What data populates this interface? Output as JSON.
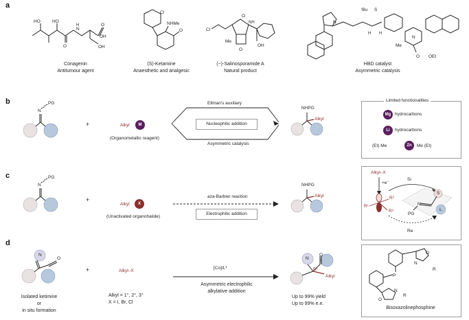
{
  "panels": {
    "a": {
      "letter": "a",
      "compounds": [
        {
          "name": "Conagenin",
          "role": "Antitumour agent"
        },
        {
          "name": "(S)-Ketamine",
          "role": "Anaesthetic and analgesic"
        },
        {
          "name": "(−)-Salinosporamide A",
          "role": "Natural product"
        },
        {
          "name": "HBD catalyst",
          "role": "Asymmetric catalysis"
        }
      ]
    },
    "b": {
      "letter": "b",
      "reagent_label": "Alkyl",
      "metal": "M",
      "reagent_caption": "(Organometallic reagent)",
      "route_top": "Ellman's auxiliary",
      "box_label": "Nucleophilic addition",
      "route_bottom": "Asymmetric catalysis",
      "product_top": "NHPG",
      "product_alkyl": "Alkyl",
      "limited": {
        "title": "Limited functionalities",
        "rows": [
          {
            "metal": "Mg",
            "text": "hydrocarbons"
          },
          {
            "metal": "Li",
            "text": "hydrocarbons"
          },
          {
            "metal": "Zn",
            "left": "(Et) Me",
            "right": "Me (Et)"
          }
        ]
      }
    },
    "c": {
      "letter": "c",
      "reagent_label": "Alkyl",
      "halide": "X",
      "reagent_caption": "(Unactivated organohalide)",
      "route_top": "aza-Barbier reaction",
      "box_label": "Electrophilic addition",
      "product_top": "NHPG",
      "product_alkyl": "Alkyl",
      "mechanism": {
        "alkyl_x": "Alkyl–X",
        "electron": "+e⁻",
        "si": "Si",
        "re": "Re",
        "r1": "R¹",
        "r2": "R²",
        "r3": "R³",
        "pg": "PG",
        "n": "N",
        "s": "S",
        "l": "L"
      }
    },
    "d": {
      "letter": "d",
      "ketimine_n": "N",
      "ketimine_o": "O",
      "ketimine_caption": [
        "Isolated ketimine",
        "or",
        "in situ formation"
      ],
      "reagent": "Alkyl–X",
      "reagent_notes": [
        "Alkyl = 1°, 2°, 3°",
        "X = I, Br, Cl"
      ],
      "catalyst": "[Co]/L*",
      "route_bottom": [
        "Asymmetric electrophilic",
        "alkylative addition"
      ],
      "product_n": "N",
      "product_o": "O",
      "product_r1": "R¹",
      "product_alkyl": "Alkyl",
      "results": [
        "Up to 99% yield",
        "Up to 99% e.e."
      ],
      "ligand": {
        "name": "Bisoxazolinephosphine",
        "p": "P",
        "o": "O",
        "n": "N",
        "r": "R"
      }
    }
  },
  "common": {
    "pg": "PG",
    "n": "N",
    "plus": "+"
  },
  "colors": {
    "accent_red": "#8b2e2e",
    "metal_purple": "#5b1e5e",
    "left_circle": "#e8e2e2",
    "right_circle": "#b8c8dc",
    "n_circle": "#d9d8ea"
  }
}
